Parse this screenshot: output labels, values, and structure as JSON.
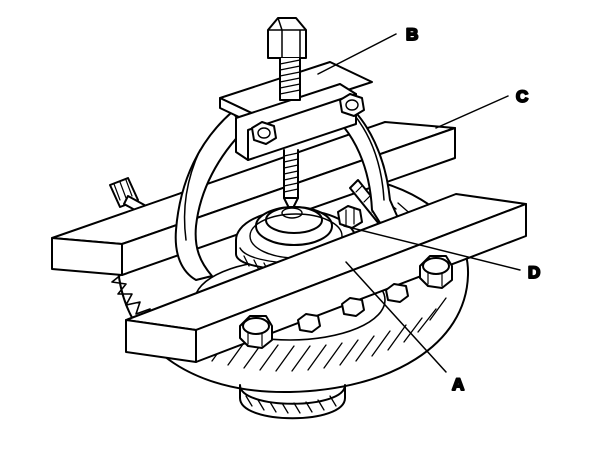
{
  "callouts": {
    "a": "A",
    "b": "B",
    "c": "C",
    "d": "D"
  },
  "colors": {
    "ink": "#000000",
    "paper": "#ffffff",
    "tooth_shade": "#d8d8d8"
  }
}
